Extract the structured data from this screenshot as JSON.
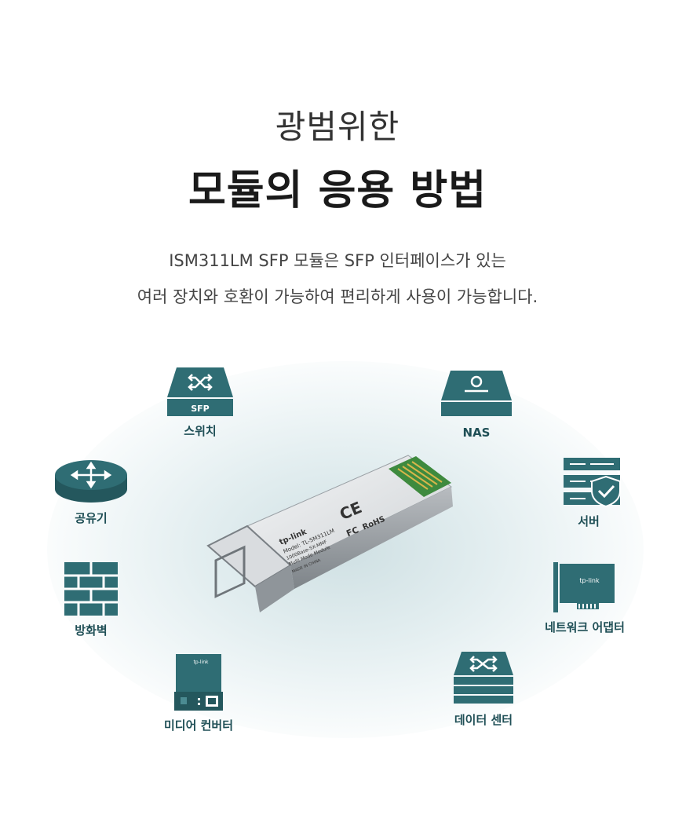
{
  "header": {
    "title_thin": "광범위한",
    "title_bold": "모듈의 응용 방법",
    "desc_line1": "ISM311LM SFP 모듈은 SFP 인터페이스가 있는",
    "desc_line2": "여러 장치와 호환이 가능하여 편리하게 사용이 가능합니다."
  },
  "devices": {
    "switch": {
      "label": "스위치",
      "badge": "SFP",
      "icon": "switch-icon"
    },
    "nas": {
      "label": "NAS",
      "icon": "nas-icon"
    },
    "router": {
      "label": "공유기",
      "icon": "router-icon"
    },
    "server": {
      "label": "서버",
      "icon": "server-icon"
    },
    "firewall": {
      "label": "방화벽",
      "icon": "firewall-icon"
    },
    "adapter": {
      "label": "네트워크 어댑터",
      "brand": "tp-link",
      "icon": "network-adapter-icon"
    },
    "media_converter": {
      "label": "미디어 컨버터",
      "brand": "tp-link",
      "icon": "media-converter-icon"
    },
    "datacenter": {
      "label": "데이터 센터",
      "icon": "datacenter-icon"
    }
  },
  "module": {
    "brand": "tp-link",
    "model": "Model: TL-SM311LM",
    "spec1": "1000Base-SX-MMF",
    "spec2": "Multi Mode Module",
    "origin": "MADE IN CHINA",
    "cert_ce": "CE",
    "cert_fc": "FC",
    "cert_rohs": "RoHS"
  },
  "colors": {
    "icon": "#2f6d74",
    "icon_dark": "#24575d",
    "label": "#1f4f56"
  }
}
